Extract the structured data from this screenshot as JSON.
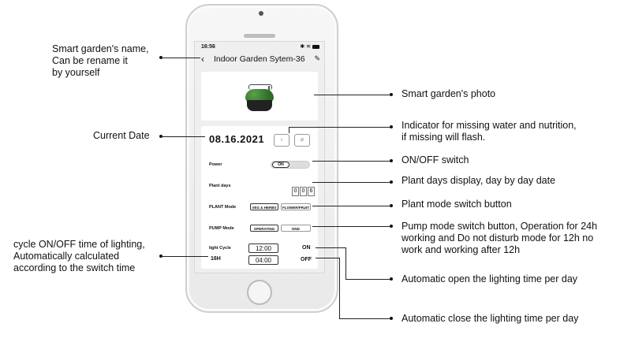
{
  "phone": {
    "status_time": "16:56",
    "title": "Indoor Garden Sytem-36",
    "date": "08.16.2021",
    "power_label": "Power",
    "power_state": "ON",
    "plant_days_label": "Plant days",
    "plant_days_digits": [
      "0",
      "0",
      "6"
    ],
    "plant_mode_label": "PLANT Mode",
    "plant_mode_options": [
      "VEG & HERBS",
      "FLOWER/FRUIT"
    ],
    "pump_mode_label": "PUMP Mode",
    "pump_mode_options": [
      "OPERATING",
      "DND"
    ],
    "light_cycle_label": "light Cycle",
    "light_hours": "16H",
    "on_time": "12:00",
    "off_time": "04:00",
    "on_label": "ON",
    "off_label": "OFF"
  },
  "callouts": {
    "name": "Smart garden's name,\nCan be rename it\nby yourself",
    "photo": "Smart garden's photo",
    "date": "Current Date",
    "indicator": "Indicator for missing water and nutrition,\nif missing will flash.",
    "onoff": "ON/OFF switch",
    "plant_days": "Plant days display, day by day date",
    "plant_mode": "Plant mode switch button",
    "pump_mode": "Pump mode switch button, Operation for 24h\nworking and Do not disturb mode for 12h no\nwork and working after 12h",
    "cycle": "cycle ON/OFF time of lighting,\nAutomatically calculated\naccording to the switch time",
    "open_time": "Automatic open the lighting time per day",
    "close_time": "Automatic close the lighting time per day"
  },
  "icons": [
    "back-arrow-icon",
    "edit-pencil-icon",
    "water-drop-icon",
    "nutrition-icon",
    "signal-icon",
    "wifi-icon",
    "battery-icon"
  ]
}
